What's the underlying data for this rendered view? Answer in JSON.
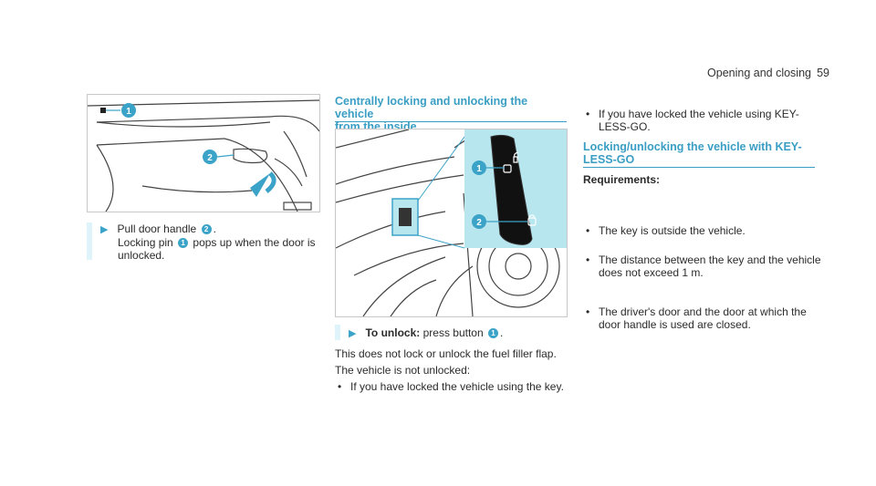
{
  "header": {
    "title": "Opening and closing",
    "page_number": "59"
  },
  "left": {
    "callout_1": "1",
    "callout_2": "2",
    "step_arrow": "▶",
    "step_line1_pre": "Pull door handle",
    "step_line1_post": ".",
    "step_line2_pre": "Locking pin",
    "step_line2_post": "pops up when the door is",
    "step_line3": "unlocked."
  },
  "middle": {
    "title_line1": "Centrally locking and unlocking the vehicle",
    "title_line2": "from the inside",
    "callout_1": "1",
    "callout_2": "2",
    "step_arrow": "▶",
    "step_bold": "To unlock:",
    "step_text": "press button",
    "step_post": ".",
    "para1": "This does not lock or unlock the fuel filler flap.",
    "para2": "The vehicle is not unlocked:",
    "bullet1": "If you have locked the vehicle using the key."
  },
  "right": {
    "bullet_top_line1": "If you have locked the vehicle using KEY-",
    "bullet_top_line2": "LESS-GO.",
    "title_line1": "Locking/unlocking the vehicle with KEY-",
    "title_line2": "LESS-GO",
    "req_heading": "Requirements:",
    "req1": "The key is outside the vehicle.",
    "req2_line1": "The distance between the key and the vehicle",
    "req2_line2": "does not exceed 1 m.",
    "req3_line1": "The driver's door and the door at which the",
    "req3_line2": "door handle is used are closed."
  },
  "bullet_char": "•",
  "colors": {
    "accent": "#3a9ec4",
    "highlight": "#b7e6ee"
  }
}
